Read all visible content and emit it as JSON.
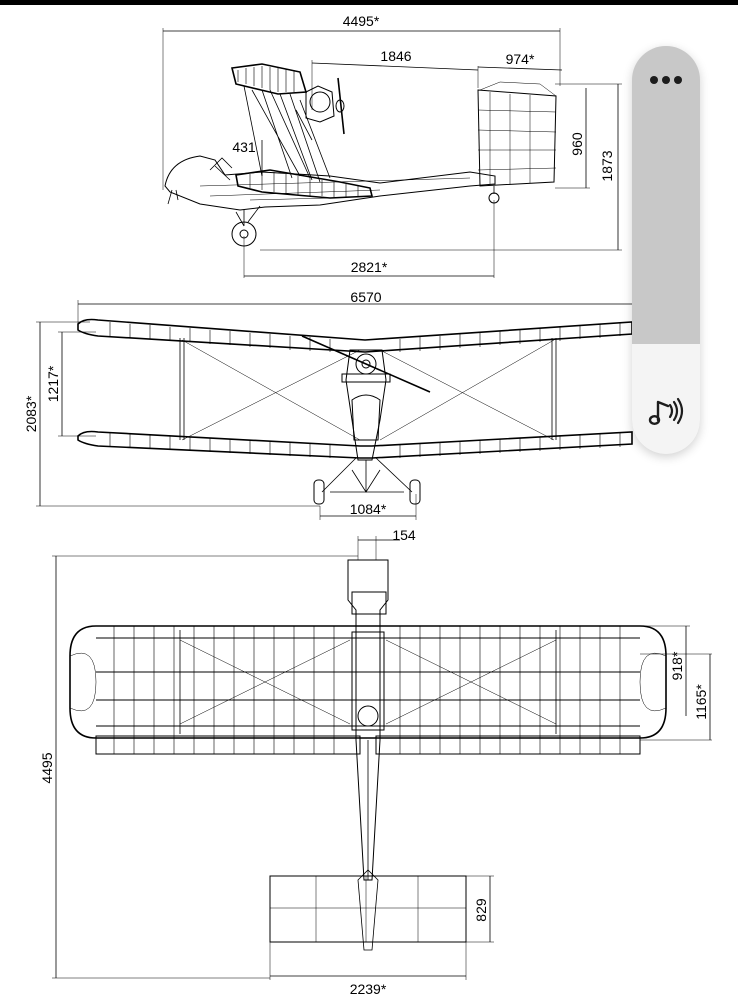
{
  "dimensions": {
    "side_length_total": "4495*",
    "side_1846": "1846",
    "side_974": "974*",
    "side_431": "431",
    "side_960": "960",
    "side_1873": "1873",
    "side_2821": "2821*",
    "front_span": "6570",
    "front_1217": "1217*",
    "front_2083": "2083*",
    "front_1084": "1084*",
    "top_154": "154",
    "top_4495": "4495",
    "top_918": "918*",
    "top_1165": "1165*",
    "top_829": "829",
    "top_2239": "2239*"
  },
  "overlay": {
    "more_icon": "more-horizontal-icon",
    "audio_icon": "music-note-sound-icon",
    "panel_color": "#c8c8c8",
    "panel_lower_color": "#f4f4f4"
  }
}
